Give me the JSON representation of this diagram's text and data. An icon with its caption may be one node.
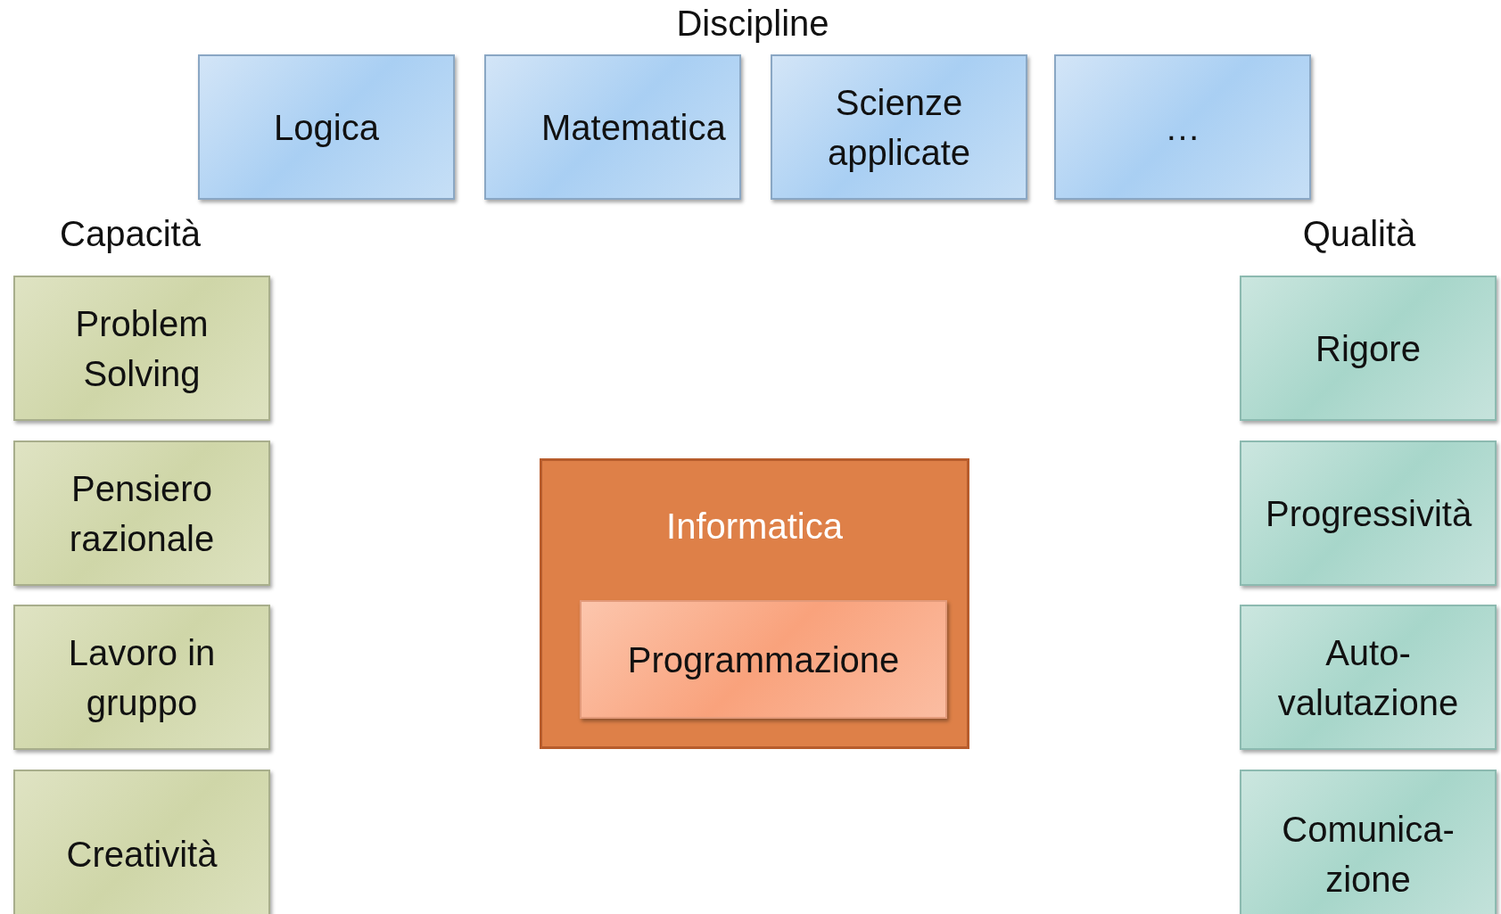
{
  "diagram": {
    "nodes": [
      {
        "text": [
          "Logica"
        ]
      },
      {
        "text": [
          "Matematica"
        ]
      },
      {
        "text": [
          "Scienze applicate"
        ]
      },
      {
        "text": [
          "…"
        ]
      },
      {
        "text": [
          "Problem Solving"
        ]
      },
      {
        "text": [
          "Pensiero razionale"
        ]
      },
      {
        "text": [
          "Lavoro in gruppo"
        ]
      },
      {
        "text": [
          "Creatività"
        ]
      },
      {
        "text": [
          "Informatica"
        ]
      },
      {
        "text": [
          "Programmazione"
        ],
        "in": 8
      },
      {
        "text": [
          "Rigore"
        ]
      },
      {
        "text": [
          "Progressività"
        ]
      },
      {
        "text": [
          "Auto- valutazione"
        ]
      },
      {
        "text": [
          "Comunica- zione"
        ]
      }
    ],
    "labels": [
      "Discipline",
      "Capacità",
      "Qualità"
    ]
  }
}
